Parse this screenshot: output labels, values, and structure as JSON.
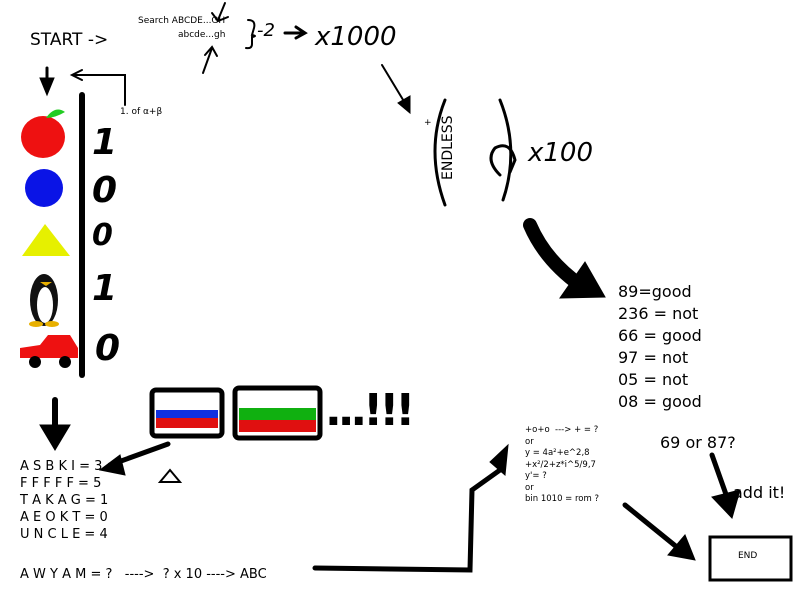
{
  "start": "START ->",
  "search": {
    "line1": "Search ABCDE...GH",
    "line2": "abcde...gh",
    "minus": "-2",
    "times": "x1000"
  },
  "loop_label": "1. of α+β",
  "endless": "ENDLESS",
  "endless_plus": "+",
  "times100": "x100",
  "binary": [
    {
      "icon": "apple-icon",
      "value": "1"
    },
    {
      "icon": "circle-icon",
      "value": "0"
    },
    {
      "icon": "triangle-icon",
      "value": "0"
    },
    {
      "icon": "penguin-icon",
      "value": "1"
    },
    {
      "icon": "car-icon",
      "value": "0"
    }
  ],
  "results": [
    "89=good",
    "236 = not",
    "66 = good",
    "97 = not",
    "05 = not",
    "08 = good"
  ],
  "flags_suffix": "...!!!",
  "codes": [
    "A S B K I = 3",
    "F F F F F = 5",
    "T A K A G = 1",
    "A E O K T = 0",
    "U N C L E = 4"
  ],
  "final_line": "A W Y A M = ?   ---->  ? x 10 ----> ABC",
  "formulas": [
    "+o+o  ---> + = ?",
    "or",
    "y = 4a²+e^2,8",
    "+x²/2+z*i^5/9,7",
    "y'= ?",
    "or",
    "bin 1010 = rom ?"
  ],
  "question": "69 or 87?",
  "add_it": "add it!",
  "end": "END"
}
